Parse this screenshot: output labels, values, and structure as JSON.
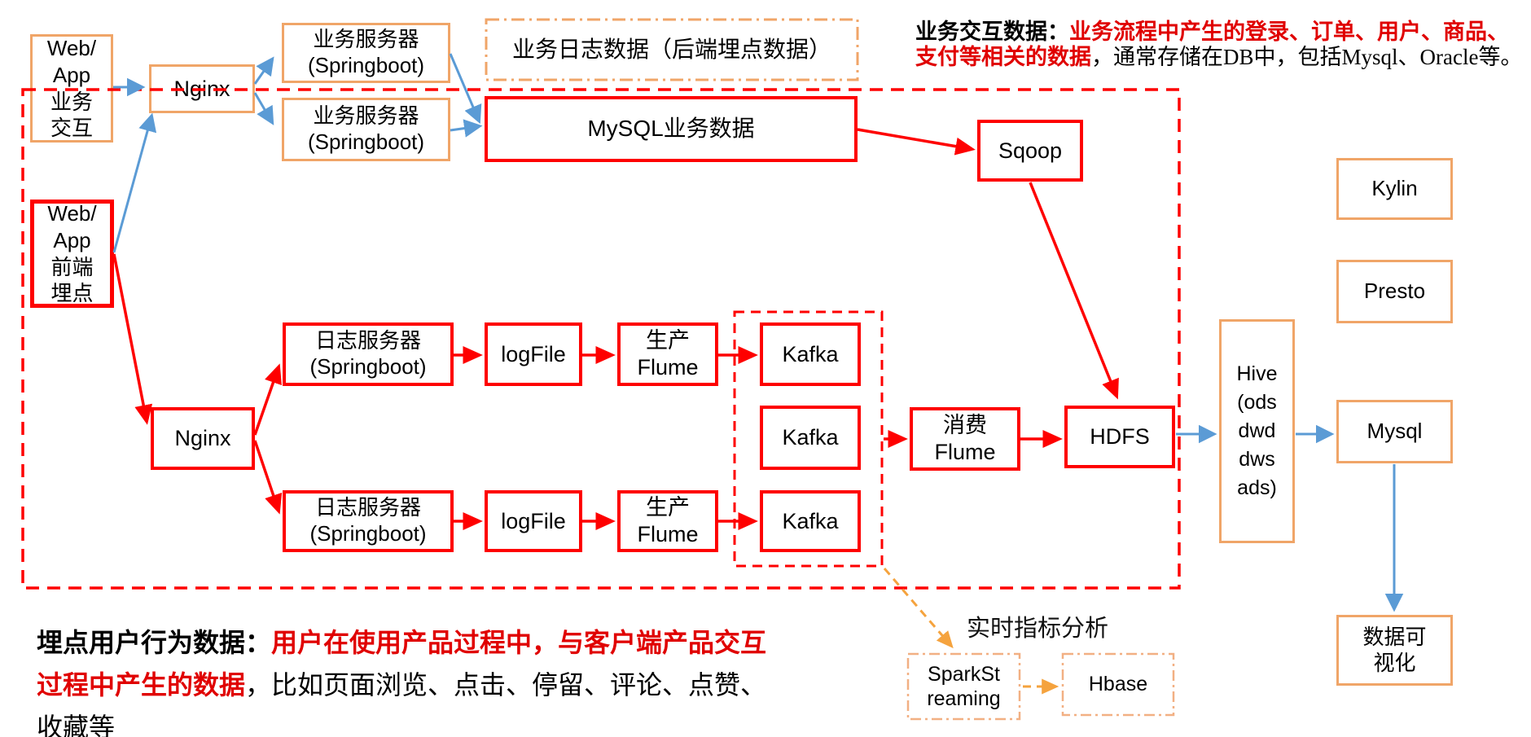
{
  "colors": {
    "red": "#FE0000",
    "orange": "#F0A568",
    "blue_arrow": "#5B9BD5",
    "orange_arrow": "#F5A33E",
    "text": "#000000",
    "highlight_text": "#E00000"
  },
  "nodes": {
    "web_app_business": "Web/\nApp\n业务\n交互",
    "nginx_top": "Nginx",
    "biz_server_1": "业务服务器\n(Springboot)",
    "biz_server_2": "业务服务器\n(Springboot)",
    "biz_log_data": "业务日志数据（后端埋点数据）",
    "mysql_biz": "MySQL业务数据",
    "sqoop": "Sqoop",
    "web_app_frontend": "Web/\nApp\n前端\n埋点",
    "nginx_bottom": "Nginx",
    "log_server_1": "日志服务器\n(Springboot)",
    "logfile_1": "logFile",
    "prod_flume_1": "生产\nFlume",
    "kafka_1": "Kafka",
    "kafka_2": "Kafka",
    "kafka_3": "Kafka",
    "log_server_2": "日志服务器\n(Springboot)",
    "logfile_2": "logFile",
    "prod_flume_2": "生产\nFlume",
    "consume_flume": "消费\nFlume",
    "hdfs": "HDFS",
    "hive": "Hive\n(ods\ndwd\ndws\nads)",
    "kylin": "Kylin",
    "presto": "Presto",
    "mysql_out": "Mysql",
    "data_viz": "数据可\n视化",
    "spark_streaming": "SparkSt\nreaming",
    "hbase": "Hbase"
  },
  "labels": {
    "realtime": "实时指标分析"
  },
  "annotations": {
    "business": {
      "lines": [
        [
          {
            "t": "业务交互数据：",
            "c": "k",
            "b": 1
          },
          {
            "t": "业务流程中产生的登录、订单、用户、商品、",
            "c": "r",
            "b": 1
          }
        ],
        [
          {
            "t": "支付等相关的数据",
            "c": "r",
            "b": 1
          },
          {
            "t": "，通常存储在DB中，包括Mysql、Oracle等。",
            "c": "k",
            "b": 0
          }
        ]
      ]
    },
    "tracking": {
      "lines": [
        [
          {
            "t": "埋点用户行为数据：",
            "c": "k",
            "b": 1
          },
          {
            "t": "用户在使用产品过程中，与客户端产品交互",
            "c": "r",
            "b": 1
          }
        ],
        [
          {
            "t": "过程中产生的数据",
            "c": "r",
            "b": 1
          },
          {
            "t": "，比如页面浏览、点击、停留、评论、点赞、",
            "c": "k",
            "b": 0
          }
        ],
        [
          {
            "t": "收藏等",
            "c": "k",
            "b": 0
          }
        ]
      ]
    }
  }
}
